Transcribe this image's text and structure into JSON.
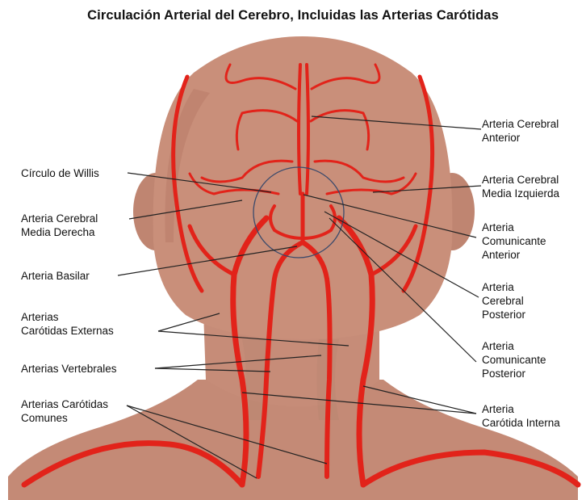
{
  "title": "Circulación Arterial del Cerebro, Incluidas las Arterias Carótidas",
  "labels": {
    "circulo_willis": "Círculo de Willis",
    "cerebral_media_derecha": "Arteria Cerebral\nMedia Derecha",
    "basilar": "Arteria Basilar",
    "carotidas_externas": "Arterias\nCarótidas Externas",
    "vertebrales": "Arterias Vertebrales",
    "carotidas_comunes": "Arterias Carótidas\nComunes",
    "cerebral_anterior": "Arteria Cerebral\nAnterior",
    "cerebral_media_izquierda": "Arteria Cerebral\nMedia Izquierda",
    "comunicante_anterior": "Arteria\nComunicante\nAnterior",
    "cerebral_posterior": "Arteria\nCerebral\nPosterior",
    "comunicante_posterior": "Arteria\nComunicante\nPosterior",
    "carotida_interna": "Arteria\nCarótida Interna"
  },
  "colors": {
    "skin": "#c98f7a",
    "skin_shadow": "#b87a66",
    "artery": "#e2231a",
    "artery_dark": "#b3130d",
    "leader": "#222222",
    "circle": "#3b4a6b"
  }
}
